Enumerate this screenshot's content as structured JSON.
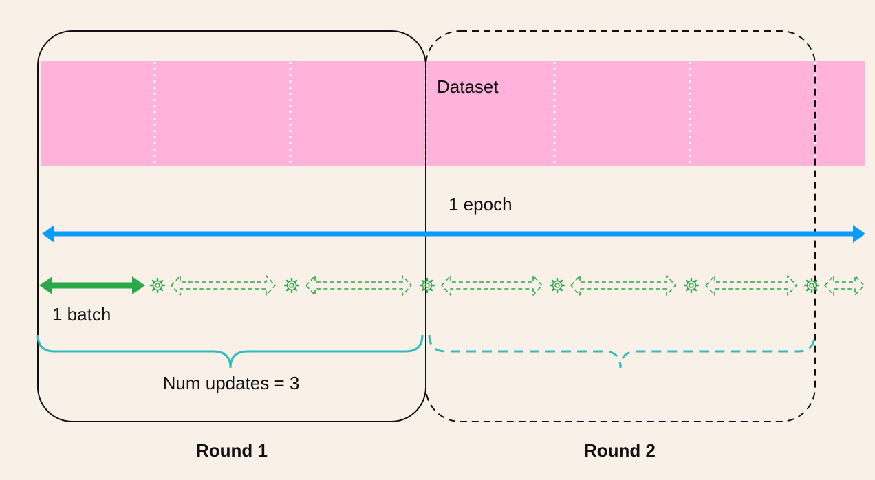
{
  "dataset_label": "Dataset",
  "epoch_label": "1 epoch",
  "batch_label": "1 batch",
  "num_updates_label": "Num updates = 3",
  "rounds": [
    {
      "label": "Round 1",
      "style": "solid"
    },
    {
      "label": "Round 2",
      "style": "dashed"
    }
  ],
  "icons": {
    "update": "gear-icon",
    "batch": "double-arrow-icon"
  },
  "colors": {
    "background": "#f9f0e7",
    "dataset": "#ffb3da",
    "epoch_arrow": "#0a9bff",
    "batch_arrow": "#2aa84a",
    "brace": "#33bcbc",
    "round_border": "#111111"
  }
}
